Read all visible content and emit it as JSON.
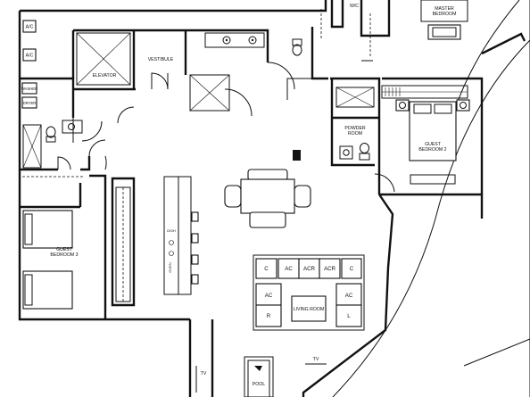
{
  "rooms": {
    "master_bedroom": [
      "MASTER",
      "BEDROOM"
    ],
    "walk_in_closet": "W/C",
    "elevator": "ELEVATOR",
    "vestibule": "VESTIBULE",
    "powder_room": [
      "POWDER",
      "ROOM"
    ],
    "guest_bedroom_2": [
      "GUEST",
      "BEDROOM 2"
    ],
    "guest_bedroom_3": [
      "GUEST",
      "BEDROOM 3"
    ],
    "living_room": "LIVING ROOM",
    "pool": "POOL"
  },
  "appliances": {
    "ac_top": "A/C",
    "ac_bottom": "A/C",
    "washer": "WASHER",
    "dryer": "DRYER",
    "dishwasher": "DISH",
    "oven": "OVEN",
    "tv_left": "TV",
    "tv_right": "TV"
  },
  "seating": {
    "top": [
      "C",
      "AC",
      "ACR",
      "ACR",
      "C"
    ],
    "left": [
      "AC",
      "R"
    ],
    "right": [
      "AC",
      "L"
    ]
  }
}
